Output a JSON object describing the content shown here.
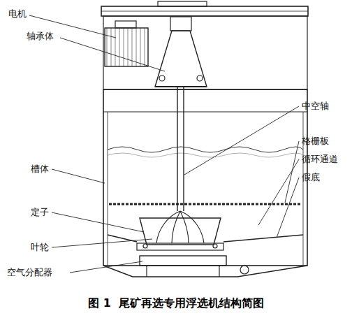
{
  "diagram": {
    "caption": "图 1  尾矿再选专用浮选机结构简图",
    "labels": [
      "电机",
      "轴承体",
      "中空轴",
      "格栅板",
      "循环通道",
      "槽体",
      "定子",
      "假底",
      "叶轮",
      "空气分配器"
    ]
  }
}
